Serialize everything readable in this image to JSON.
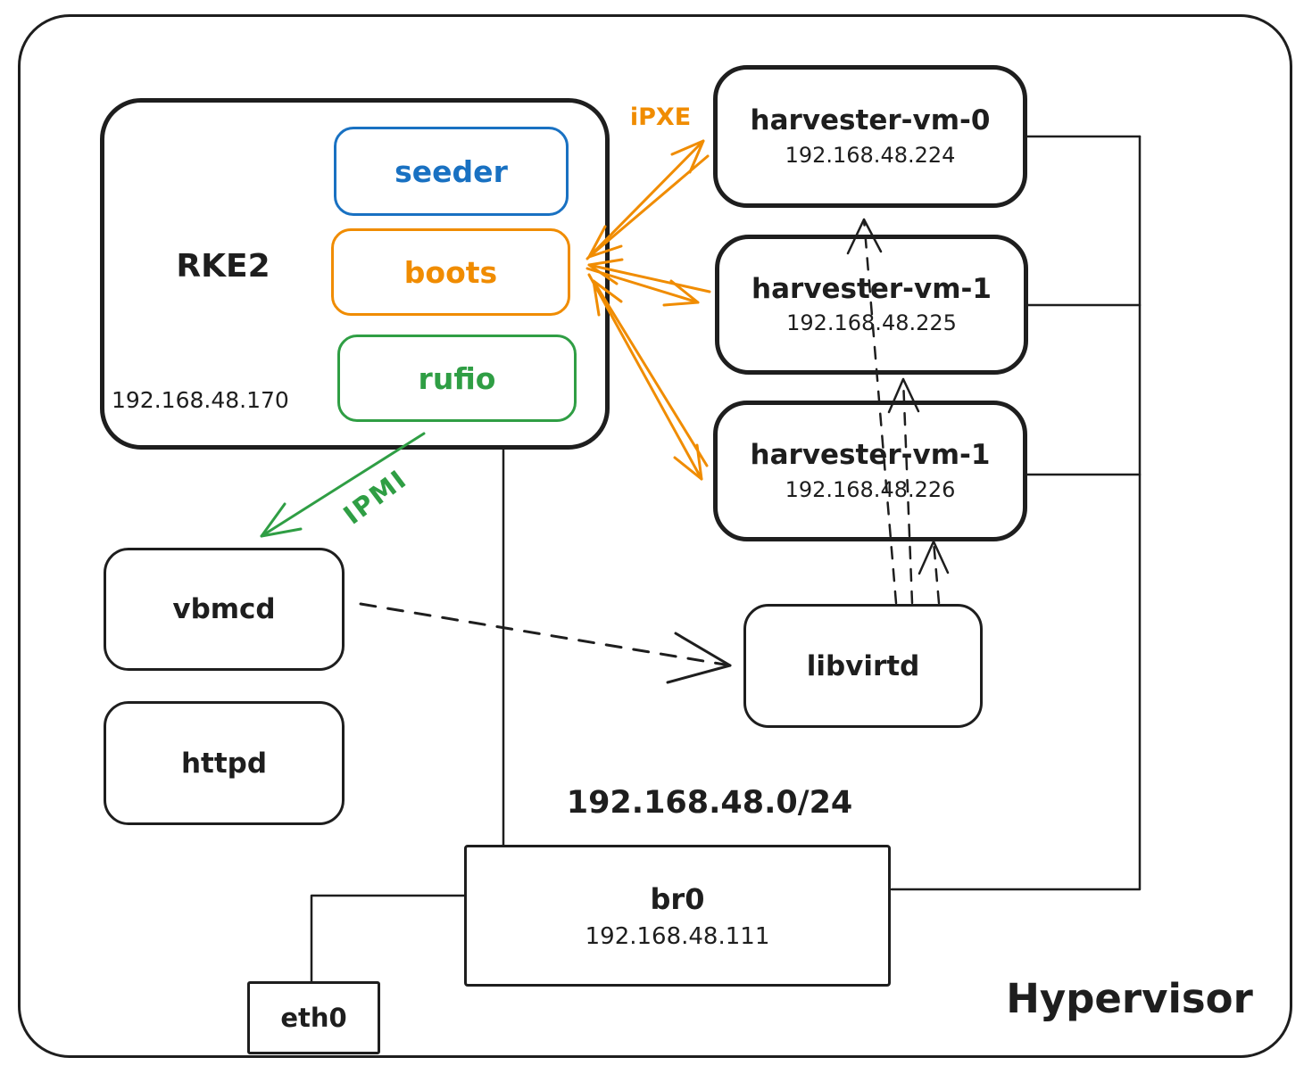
{
  "diagram": {
    "outer_label": "Hypervisor",
    "rke2": {
      "label": "RKE2",
      "ip": "192.168.48.170",
      "services": [
        {
          "label": "seeder"
        },
        {
          "label": "boots"
        },
        {
          "label": "rufio"
        }
      ]
    },
    "vms": [
      {
        "name": "harvester-vm-0",
        "ip": "192.168.48.224"
      },
      {
        "name": "harvester-vm-1",
        "ip": "192.168.48.225"
      },
      {
        "name": "harvester-vm-1",
        "ip": "192.168.48.226"
      }
    ],
    "daemons": {
      "vbmcd": "vbmcd",
      "httpd": "httpd",
      "libvirtd": "libvirtd"
    },
    "network": {
      "subnet": "192.168.48.0/24",
      "bridge_name": "br0",
      "bridge_ip": "192.168.48.111",
      "nic": "eth0"
    },
    "edge_labels": {
      "ipxe": "iPXE",
      "ipmi": "IPMI"
    }
  },
  "colors": {
    "ink": "#1e1e1e",
    "blue": "#1971c2",
    "orange": "#f08c00",
    "green": "#2f9e44",
    "background": "#ffffff"
  }
}
